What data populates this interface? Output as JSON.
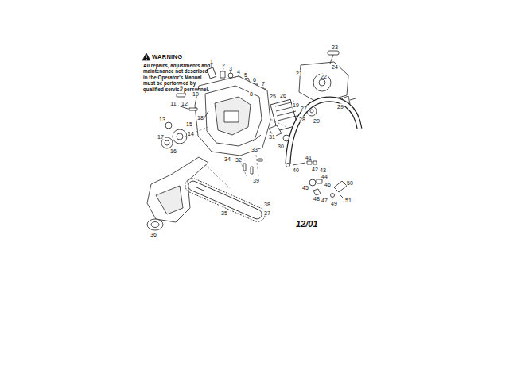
{
  "diagram": {
    "labels": [
      "WARNING",
      "All repairs, adjustments and maintenance not described in the Operator's Manual must be performed by qualified service personnel.",
      "12/01",
      "1",
      "2",
      "3",
      "4",
      "5",
      "6",
      "7",
      "8",
      "9",
      "10",
      "11",
      "12",
      "13",
      "14",
      "15",
      "16",
      "17",
      "18",
      "19",
      "20",
      "21",
      "22",
      "23",
      "24",
      "25",
      "26",
      "27",
      "28",
      "29",
      "30",
      "31",
      "32",
      "33",
      "34",
      "35",
      "36",
      "37",
      "38",
      "39",
      "40",
      "41",
      "42",
      "43",
      "44",
      "45",
      "46",
      "47",
      "48",
      "49",
      "50",
      "51"
    ]
  }
}
